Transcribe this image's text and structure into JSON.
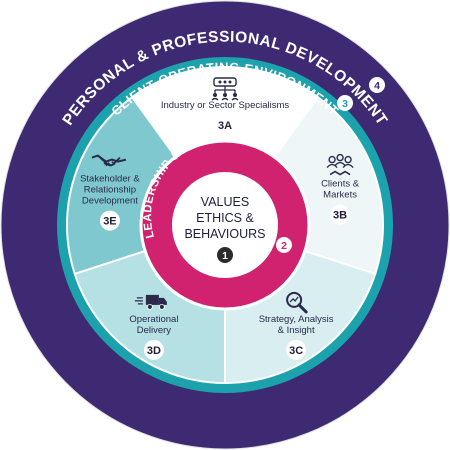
{
  "rings": {
    "outer": {
      "title": "Personal & Professional Development",
      "number": "4",
      "color": "#3d2a72"
    },
    "environment": {
      "title": "Client Operating Environment",
      "number": "3",
      "color": "#1ba2ad"
    },
    "leadership": {
      "title": "Leadership & Management",
      "number": "2",
      "color": "#d1226f"
    },
    "core": {
      "lines": [
        "VALUES",
        "ETHICS &",
        "BEHAVIOURS"
      ],
      "number": "1"
    }
  },
  "segments": [
    {
      "id": "3A",
      "code": "3A",
      "label_lines": [
        "Industry or Sector Specialisms"
      ],
      "icon": "people-network-icon",
      "color": "#ffffff"
    },
    {
      "id": "3B",
      "code": "3B",
      "label_lines": [
        "Clients &",
        "Markets"
      ],
      "icon": "handshake-group-icon",
      "color": "#eef6f7"
    },
    {
      "id": "3C",
      "code": "3C",
      "label_lines": [
        "Strategy, Analysis",
        "& Insight"
      ],
      "icon": "magnifier-icon",
      "color": "#d9eef1"
    },
    {
      "id": "3D",
      "code": "3D",
      "label_lines": [
        "Operational",
        "Delivery"
      ],
      "icon": "delivery-truck-icon",
      "color": "#b5e0e4"
    },
    {
      "id": "3E",
      "code": "3E",
      "label_lines": [
        "Stakeholder &",
        "Relationship",
        "Development"
      ],
      "icon": "handshake-icon",
      "color": "#7fc8cf"
    }
  ]
}
